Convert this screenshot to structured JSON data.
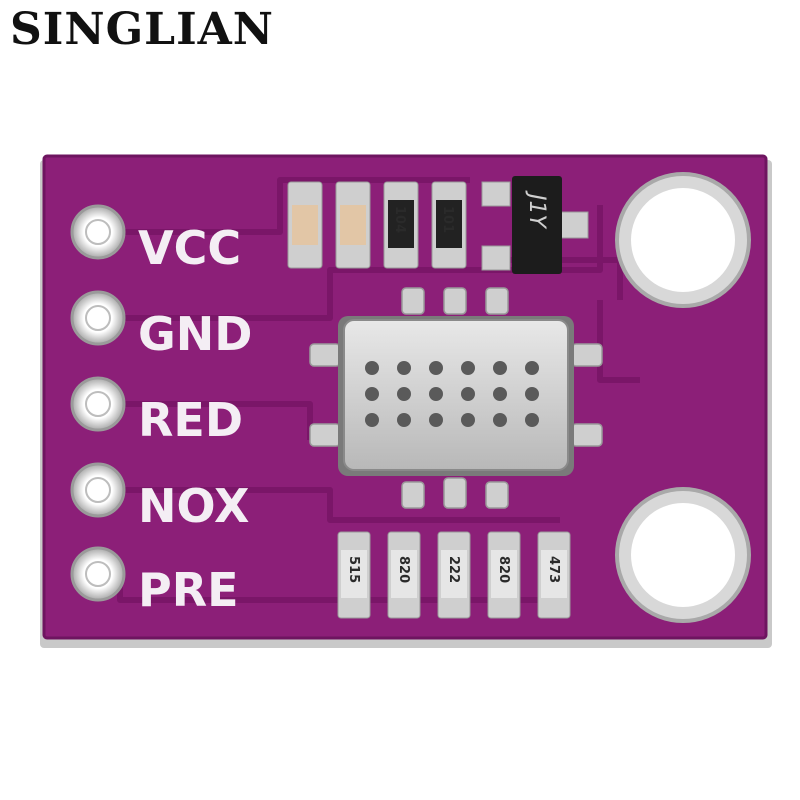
{
  "brand": {
    "name": "SINGLIAN"
  },
  "board": {
    "color": "#8c1f78",
    "pins": [
      "VCC",
      "GND",
      "RED",
      "NOX",
      "PRE"
    ],
    "top_parts": [
      "104",
      "101"
    ],
    "transistor_marking": "J1Y",
    "resistors": [
      "515",
      "820",
      "222",
      "820",
      "473"
    ]
  }
}
